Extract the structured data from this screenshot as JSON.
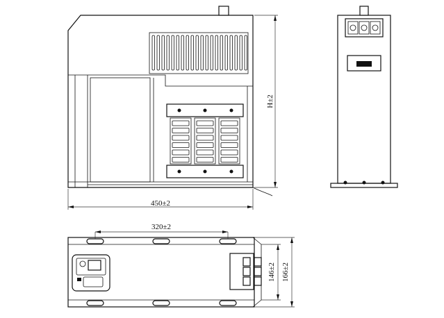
{
  "dimensions": {
    "width_label": "450±2",
    "height_label": "H±2",
    "mount_spacing_label": "320±2",
    "inner_depth_label": "146±2",
    "outer_depth_label": "166±2"
  },
  "colors": {
    "line": "#111111",
    "background": "#ffffff"
  }
}
